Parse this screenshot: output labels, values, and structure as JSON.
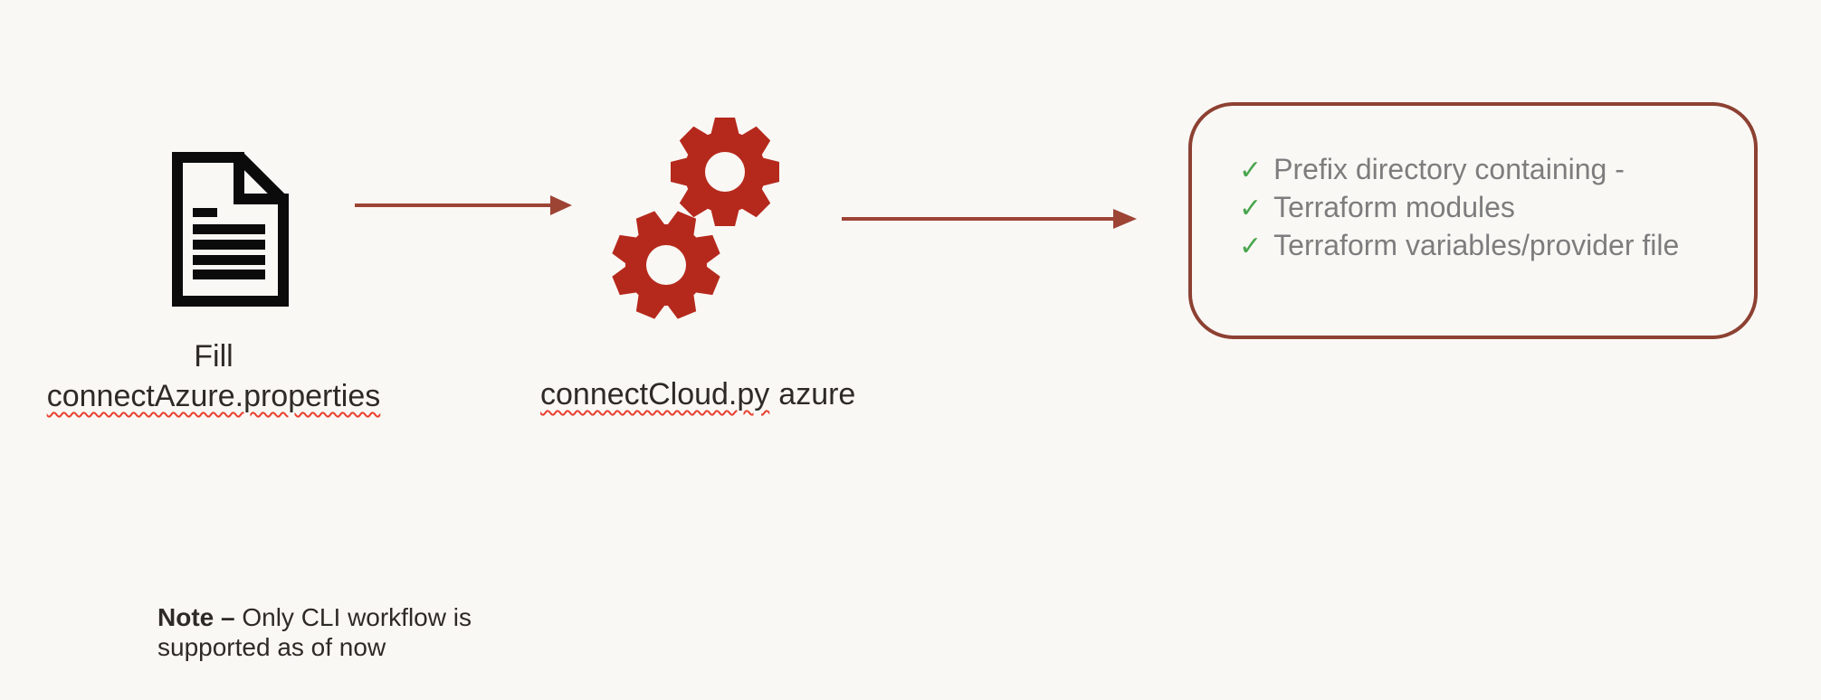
{
  "diagram": {
    "source": {
      "icon": "document-icon",
      "label_line1": "Fill",
      "label_line2": "connectAzure.properties"
    },
    "process": {
      "icon": "gears-icon",
      "script": "connectCloud.py",
      "argument": "azure"
    },
    "output": {
      "items": [
        {
          "check": "✓",
          "text": "Prefix directory containing -"
        },
        {
          "check": "✓",
          "text": "Terraform modules"
        },
        {
          "check": "✓",
          "text": "Terraform variables/provider file"
        }
      ]
    }
  },
  "note": {
    "label": "Note –",
    "text": "Only CLI workflow is supported as of now"
  },
  "colors": {
    "background": "#FAF8F5",
    "gear_red": "#B5291C",
    "arrow_red": "#9D4435",
    "box_border_red": "#8D4132",
    "check_green": "#4AA64F",
    "list_text_gray": "#7D7D7D",
    "label_dark": "#2E2A26",
    "squiggle_red": "#E8402E",
    "document_black": "#0B0B0B"
  }
}
